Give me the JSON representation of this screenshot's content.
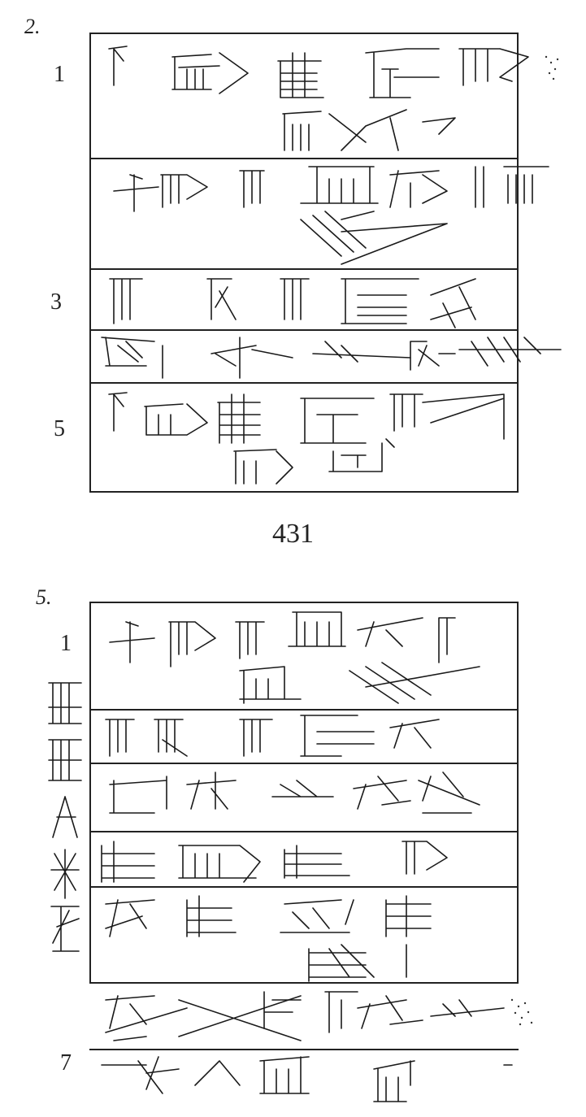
{
  "tablet_2": {
    "label": "2.",
    "line_numbers": [
      "1",
      "3",
      "5"
    ]
  },
  "catalog_number": "431",
  "tablet_5": {
    "label": "5.",
    "line_numbers": [
      "1",
      "7"
    ]
  }
}
